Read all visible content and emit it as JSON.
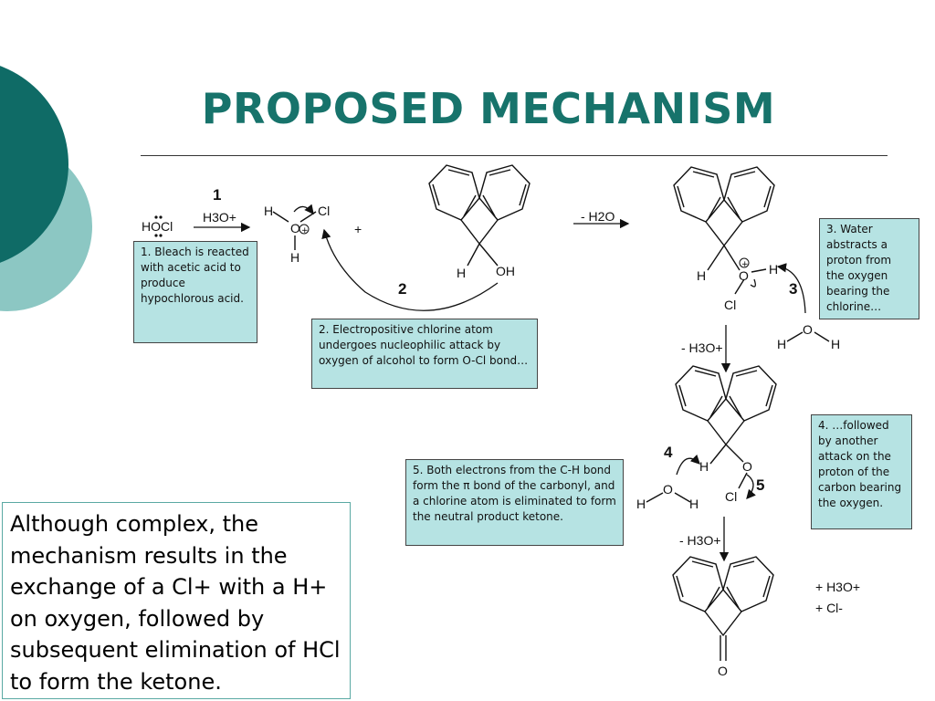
{
  "slide": {
    "title": "PROPOSED MECHANISM",
    "colors": {
      "title": "#17736b",
      "dark_circle": "#0f6b66",
      "light_circle": "#8cc7c3",
      "note_box": "#b6e3e3"
    }
  },
  "scheme": {
    "step_numbers": [
      "1",
      "2",
      "3",
      "4",
      "5"
    ],
    "reagents": {
      "h3o_plus": "H3O+",
      "minus_h2o": "- H2O",
      "minus_h3o_plus": "- H3O+",
      "plus_h3o_plus": "+ H3O+",
      "plus_cl_minus": "+ Cl-",
      "plus_sign": "+"
    },
    "atoms": {
      "hocl": "HOCl",
      "h": "H",
      "o": "O",
      "cl": "Cl",
      "oh": "OH",
      "charge": "+"
    }
  },
  "notes": [
    {
      "id": "1",
      "text": "1. Bleach is reacted with acetic acid to produce hypochlorous acid."
    },
    {
      "id": "2",
      "text": "2. Electropositive chlorine atom undergoes nucleophilic attack by oxygen of alcohol to form O-Cl bond…"
    },
    {
      "id": "3",
      "text": "3.  Water abstracts a proton from the oxygen bearing the chlorine…"
    },
    {
      "id": "4",
      "text": "4.  …followed by another attack on the proton of the carbon bearing the oxygen."
    },
    {
      "id": "5",
      "text": "5.  Both electrons from the C-H bond form the π bond of the carbonyl, and a chlorine atom is eliminated to form the neutral product ketone."
    }
  ],
  "summary": {
    "text": "Although complex, the mechanism results in the exchange of a Cl+ with a H+ on oxygen, followed by subsequent elimination of HCl to form the ketone."
  }
}
